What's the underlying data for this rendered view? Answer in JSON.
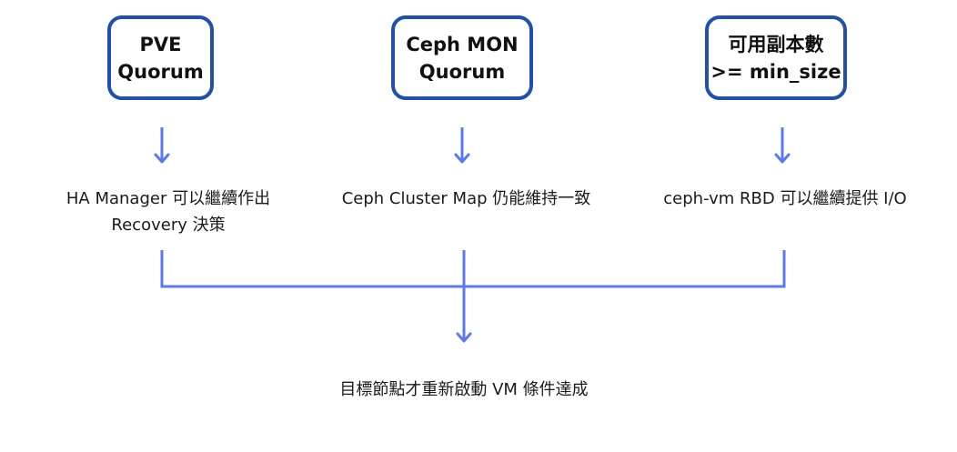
{
  "colors": {
    "box_border": "#1f4fb0",
    "connector": "#5b78f0",
    "text": "#1a1a1a"
  },
  "nodes": [
    {
      "id": "pve",
      "lines": [
        "PVE",
        "Quorum"
      ]
    },
    {
      "id": "mon",
      "lines": [
        "Ceph MON",
        "Quorum"
      ]
    },
    {
      "id": "size",
      "lines": [
        "可用副本數",
        ">= min_size"
      ]
    }
  ],
  "outcomes": [
    {
      "id": "pve",
      "lines": [
        "HA Manager 可以繼續作出",
        "Recovery 決策"
      ]
    },
    {
      "id": "mon",
      "lines": [
        "Ceph Cluster Map 仍能維持一致"
      ]
    },
    {
      "id": "size",
      "lines": [
        "ceph-vm RBD 可以繼續提供 I/O"
      ]
    }
  ],
  "final": {
    "text": "目標節點才重新啟動 VM 條件達成"
  }
}
